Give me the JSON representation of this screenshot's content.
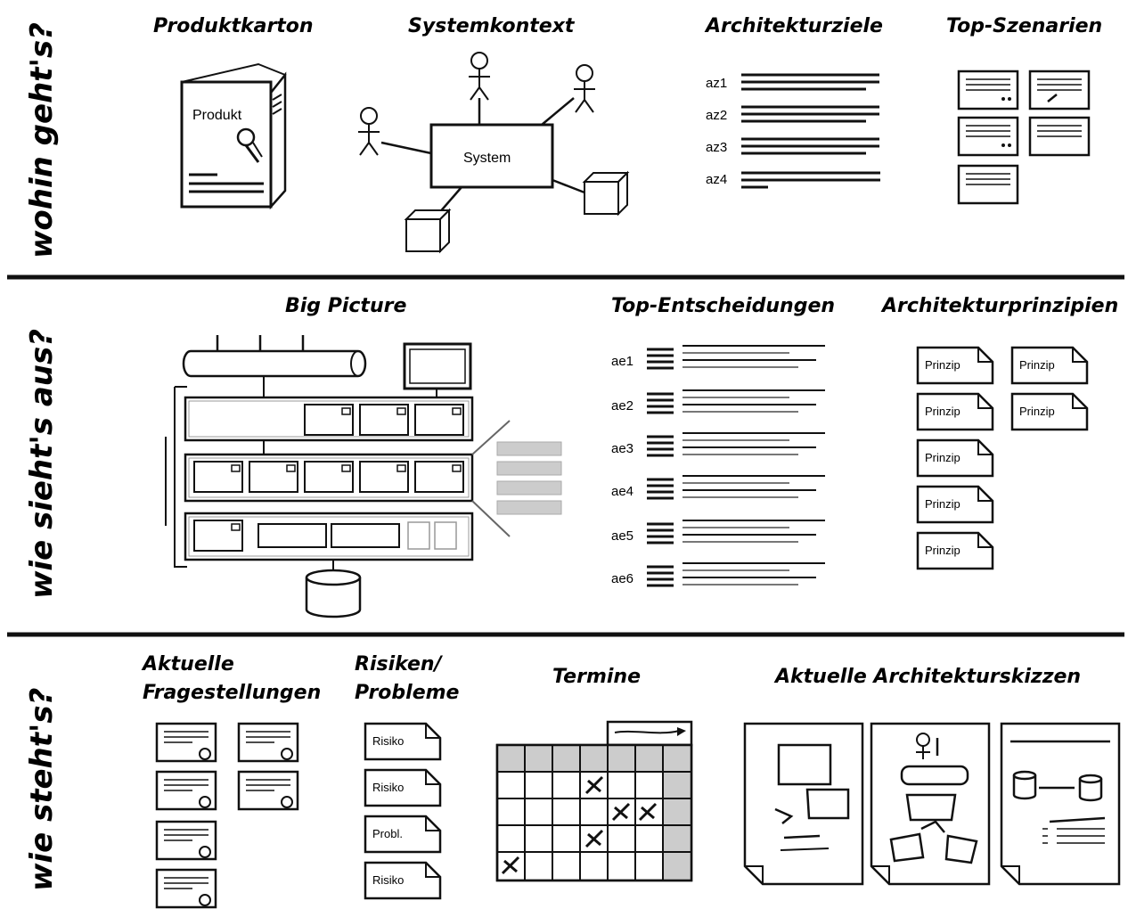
{
  "rows": [
    {
      "label": "wohin geht's?"
    },
    {
      "label": "wie sieht's aus?"
    },
    {
      "label": "wie steht's?"
    }
  ],
  "produktkarton": {
    "title": "Produktkarton",
    "box_label": "Produkt"
  },
  "systemkontext": {
    "title": "Systemkontext",
    "system_label": "System"
  },
  "architekturziele": {
    "title": "Architekturziele",
    "items": [
      "az1",
      "az2",
      "az3",
      "az4"
    ]
  },
  "top_szenarien": {
    "title": "Top-Szenarien"
  },
  "big_picture": {
    "title": "Big Picture"
  },
  "top_entscheidungen": {
    "title": "Top-Entscheidungen",
    "items": [
      "ae1",
      "ae2",
      "ae3",
      "ae4",
      "ae5",
      "ae6"
    ]
  },
  "architekturprinzipien": {
    "title": "Architekturprinzipien",
    "card_label": "Prinzip"
  },
  "fragestellungen": {
    "title_line1": "Aktuelle",
    "title_line2": "Fragestellungen"
  },
  "risiken": {
    "title_line1": "Risiken/",
    "title_line2": "Probleme",
    "cards": [
      "Risiko",
      "Risiko",
      "Probl.",
      "Risiko"
    ]
  },
  "termine": {
    "title": "Termine"
  },
  "architekturskizzen": {
    "title": "Aktuelle Architekturskizzen"
  }
}
